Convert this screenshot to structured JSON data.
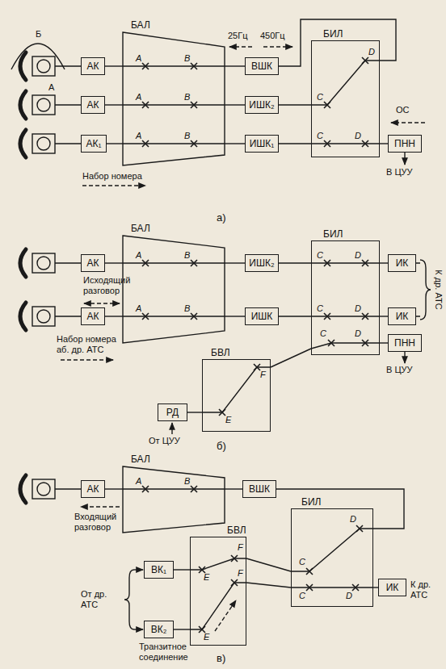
{
  "diagram": {
    "nodes": [
      {
        "text": [
          "АК"
        ]
      },
      {
        "text": [
          "АК"
        ]
      },
      {
        "text": [
          "АК₁"
        ]
      },
      {
        "text": [
          "БАЛ"
        ]
      },
      {
        "text": [
          "ВШК"
        ]
      },
      {
        "text": [
          "ИШК₂"
        ]
      },
      {
        "text": [
          "ИШК₁"
        ]
      },
      {
        "text": [
          "БИЛ"
        ]
      },
      {
        "text": [
          "ПНН"
        ]
      },
      {
        "text": [
          "АК"
        ]
      },
      {
        "text": [
          "АК"
        ]
      },
      {
        "text": [
          "БАЛ"
        ]
      },
      {
        "text": [
          "ИШК₂"
        ]
      },
      {
        "text": [
          "ИШК"
        ]
      },
      {
        "text": [
          "БИЛ"
        ]
      },
      {
        "text": [
          "ИК"
        ]
      },
      {
        "text": [
          "ИК"
        ]
      },
      {
        "text": [
          "ПНН"
        ]
      },
      {
        "text": [
          "БВЛ"
        ]
      },
      {
        "text": [
          "РД"
        ]
      },
      {
        "text": [
          "АК"
        ]
      },
      {
        "text": [
          "БАЛ"
        ]
      },
      {
        "text": [
          "ВШК"
        ]
      },
      {
        "text": [
          "БИЛ"
        ]
      },
      {
        "text": [
          "БВЛ"
        ]
      },
      {
        "text": [
          "ВК₁"
        ]
      },
      {
        "text": [
          "ВК₂"
        ]
      },
      {
        "text": [
          "ИК"
        ]
      }
    ],
    "edges": [
      {
        "from": 0,
        "to": 3,
        "arrow": "none"
      },
      {
        "from": 1,
        "to": 3,
        "arrow": "none"
      },
      {
        "from": 2,
        "to": 3,
        "arrow": "none"
      },
      {
        "from": 3,
        "to": 4,
        "arrow": "none"
      },
      {
        "from": 3,
        "to": 5,
        "arrow": "none"
      },
      {
        "from": 3,
        "to": 6,
        "arrow": "none"
      },
      {
        "from": 4,
        "to": 7,
        "arrow": "none"
      },
      {
        "from": 5,
        "to": 7,
        "arrow": "none"
      },
      {
        "from": 6,
        "to": 7,
        "arrow": "none"
      },
      {
        "from": 7,
        "to": 8,
        "arrow": "none"
      },
      {
        "from": 9,
        "to": 11,
        "arrow": "none"
      },
      {
        "from": 10,
        "to": 11,
        "arrow": "none"
      },
      {
        "from": 11,
        "to": 12,
        "arrow": "none"
      },
      {
        "from": 11,
        "to": 13,
        "arrow": "none"
      },
      {
        "from": 12,
        "to": 14,
        "arrow": "none"
      },
      {
        "from": 13,
        "to": 14,
        "arrow": "none"
      },
      {
        "from": 14,
        "to": 15,
        "arrow": "none"
      },
      {
        "from": 14,
        "to": 16,
        "arrow": "none"
      },
      {
        "from": 14,
        "to": 17,
        "arrow": "none"
      },
      {
        "from": 19,
        "to": 18,
        "arrow": "none"
      },
      {
        "from": 18,
        "to": 14,
        "arrow": "none"
      },
      {
        "from": 20,
        "to": 21,
        "arrow": "none"
      },
      {
        "from": 21,
        "to": 22,
        "arrow": "none"
      },
      {
        "from": 22,
        "to": 23,
        "arrow": "none"
      },
      {
        "from": 25,
        "to": 24,
        "arrow": "none"
      },
      {
        "from": 26,
        "to": 24,
        "arrow": "none"
      },
      {
        "from": 24,
        "to": 23,
        "arrow": "none"
      },
      {
        "from": 24,
        "to": 23,
        "arrow": "none"
      },
      {
        "from": 23,
        "to": 27,
        "arrow": "none"
      }
    ],
    "labels": [
      "Б",
      "А",
      "A",
      "B",
      "A",
      "B",
      "A",
      "B",
      "25Гц",
      "450Гц",
      "C",
      "D",
      "C",
      "D",
      "ОС",
      "В ЦУУ",
      "Набор номера",
      "а)",
      "Исходящий разговор",
      "A",
      "B",
      "A",
      "B",
      "C",
      "D",
      "C",
      "D",
      "C",
      "D",
      "К др. АТС",
      "В ЦУУ",
      "Набор номера аб. др. АТС",
      "E",
      "F",
      "От ЦУУ",
      "б)",
      "Входящий разговор",
      "A",
      "B",
      "C",
      "D",
      "C",
      "D",
      "К др. АТС",
      "E",
      "F",
      "E",
      "F",
      "От др. АТС",
      "Транзитное соединение",
      "в)"
    ]
  }
}
